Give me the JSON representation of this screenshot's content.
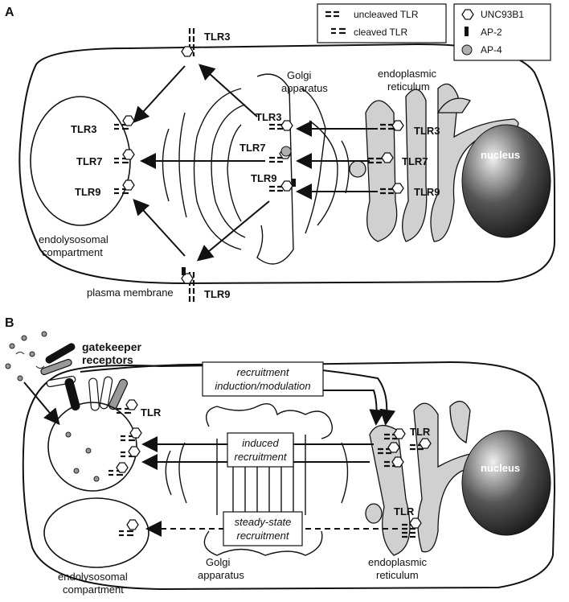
{
  "panel_a": {
    "label": "A",
    "legend": {
      "uncleaved": "uncleaved TLR",
      "cleaved": "cleaved TLR",
      "unc93b1": "UNC93B1",
      "ap2": "AP-2",
      "ap4": "AP-4"
    },
    "tlr3": "TLR3",
    "tlr7": "TLR7",
    "tlr9": "TLR9",
    "golgi": [
      "Golgi",
      "apparatus"
    ],
    "er": [
      "endoplasmic",
      "reticulum"
    ],
    "nucleus": "nucleus",
    "endolysosome": [
      "endolysosomal",
      "compartment"
    ],
    "plasma_membrane": "plasma membrane"
  },
  "panel_b": {
    "label": "B",
    "gatekeeper": [
      "gatekeeper",
      "receptors"
    ],
    "tlr": "TLR",
    "box_recruit": [
      "recruitment",
      "induction/modulation"
    ],
    "box_induced": [
      "induced",
      "recruitment"
    ],
    "box_steady": [
      "steady-state",
      "recruitment"
    ],
    "golgi": [
      "Golgi",
      "apparatus"
    ],
    "er": [
      "endoplasmic",
      "reticulum"
    ],
    "nucleus": "nucleus",
    "endolysosome": [
      "endolysosomal",
      "compartment"
    ]
  },
  "colors": {
    "er_fill": "#d0d0d0",
    "line": "#111111",
    "ap4": "#b0b0b0"
  }
}
